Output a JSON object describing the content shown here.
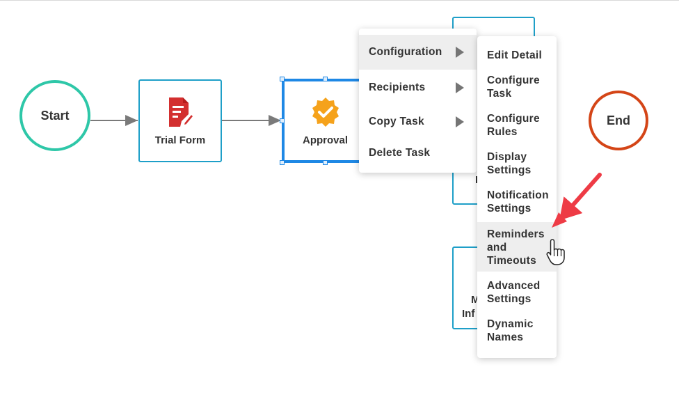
{
  "workflow": {
    "start_label": "Start",
    "end_label": "End",
    "tasks": [
      {
        "label": "Trial Form",
        "icon": "form-icon",
        "icon_color": "#d32f2f"
      },
      {
        "label": "Approval",
        "icon": "verified-badge-icon",
        "icon_color": "#f5a21b"
      }
    ],
    "background_fragments": {
      "text_a": "I",
      "text_b": "M",
      "text_c": "Inf"
    },
    "colors": {
      "start_border": "#2ec7a8",
      "end_border": "#d44517",
      "task_border": "#1e9fc8",
      "selected_border": "#1e88e5"
    }
  },
  "context_menu": {
    "items": [
      {
        "label": "Configuration",
        "has_submenu": true,
        "active": true
      },
      {
        "label": "Recipients",
        "has_submenu": true
      },
      {
        "label": "Copy Task",
        "has_submenu": true
      },
      {
        "label": "Delete Task",
        "has_submenu": false
      }
    ]
  },
  "submenu": {
    "items": [
      {
        "label": "Edit Detail"
      },
      {
        "label": "Configure Task"
      },
      {
        "label": "Configure Rules"
      },
      {
        "label": "Display Settings"
      },
      {
        "label": "Notification Settings"
      },
      {
        "label": "Reminders and Timeouts",
        "hovered": true
      },
      {
        "label": "Advanced Settings"
      },
      {
        "label": "Dynamic Names"
      }
    ]
  },
  "annotation": {
    "arrow_color": "#ee3b45",
    "cursor": "hand-pointer-icon"
  }
}
